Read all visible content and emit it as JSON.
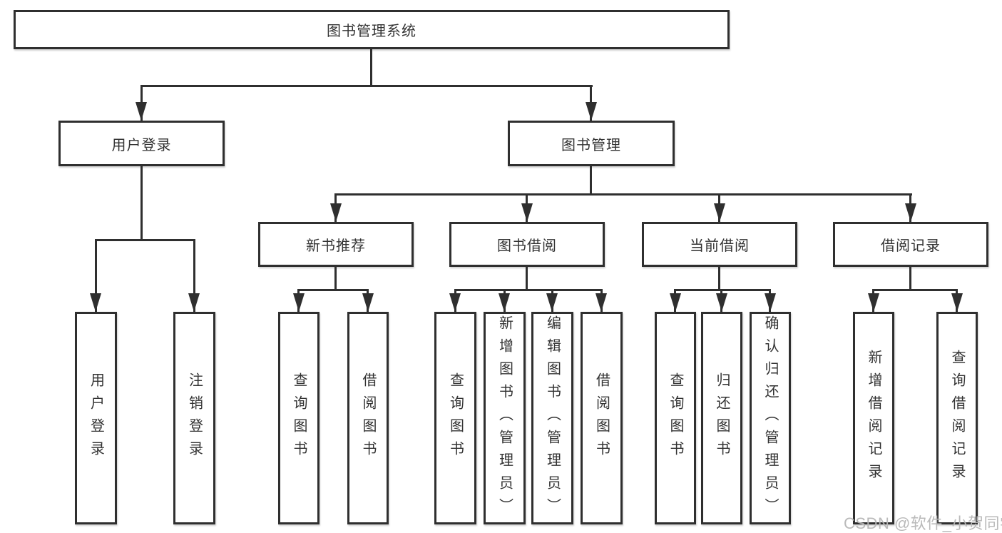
{
  "root": {
    "label": "图书管理系统"
  },
  "branches": {
    "user_login": {
      "label": "用户登录",
      "children": [
        {
          "label": "用户登录"
        },
        {
          "label": "注销登录"
        }
      ]
    },
    "book_mgmt": {
      "label": "图书管理",
      "children": [
        {
          "label": "新书推荐",
          "children": [
            {
              "label": "查询图书"
            },
            {
              "label": "借阅图书"
            }
          ]
        },
        {
          "label": "图书借阅",
          "children": [
            {
              "label": "查询图书"
            },
            {
              "label": "新增图书（管理员）"
            },
            {
              "label": "编辑图书（管理员）"
            },
            {
              "label": "借阅图书"
            }
          ]
        },
        {
          "label": "当前借阅",
          "children": [
            {
              "label": "查询图书"
            },
            {
              "label": "归还图书"
            },
            {
              "label": "确认归还（管理员）"
            }
          ]
        },
        {
          "label": "借阅记录",
          "children": [
            {
              "label": "新增借阅记录"
            },
            {
              "label": "查询借阅记录"
            }
          ]
        }
      ]
    }
  },
  "watermark": {
    "text": "CSDN @软件_小贺同学"
  },
  "colors": {
    "line": "#2f2f2f",
    "text": "#333333",
    "background": "#ffffff",
    "watermark": "#b7b7b7"
  }
}
